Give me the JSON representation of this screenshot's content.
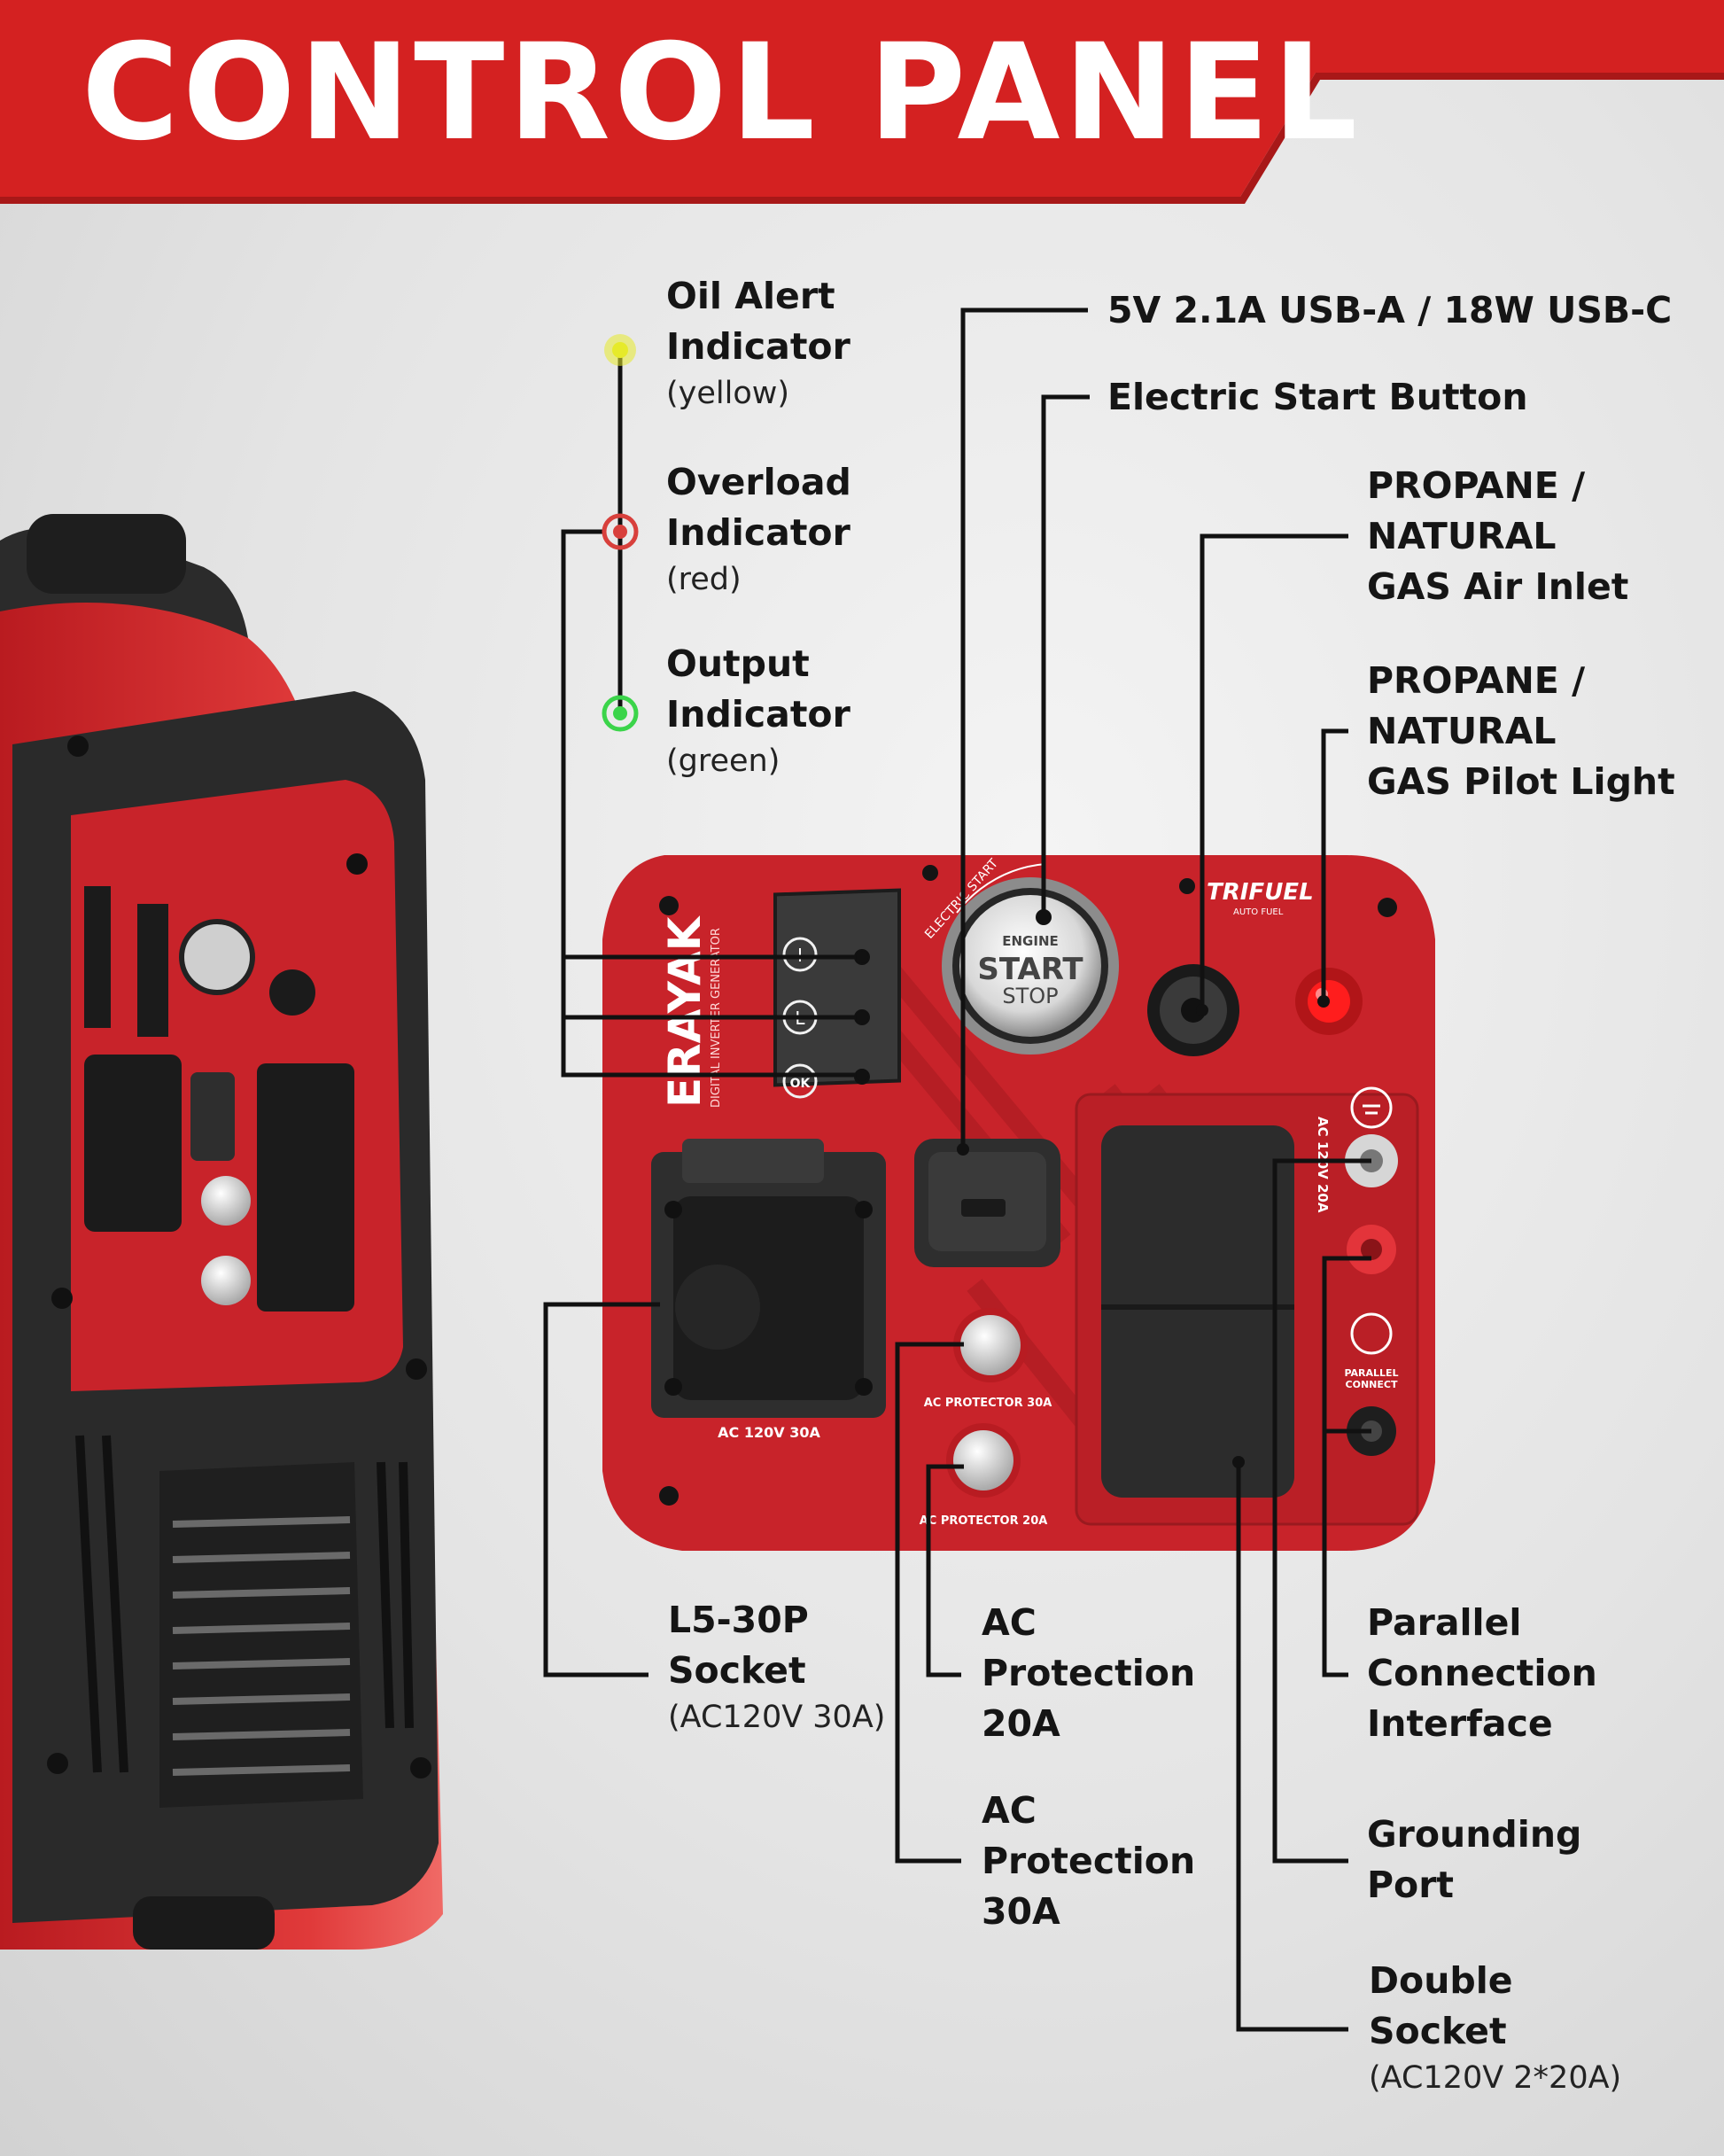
{
  "header": {
    "title": "CONTROL PANEL"
  },
  "indicators": [
    {
      "title_lines": [
        "Oil Alert",
        "Indicator"
      ],
      "note": "(yellow)",
      "color": "#e6ea2a"
    },
    {
      "title_lines": [
        "Overload",
        "Indicator"
      ],
      "note": "(red)",
      "color": "#d8403c"
    },
    {
      "title_lines": [
        "Output",
        "Indicator"
      ],
      "note": "(green)",
      "color": "#3bd44a"
    }
  ],
  "callouts": {
    "usb": "5V 2.1A USB-A / 18W USB-C",
    "electric_start": "Electric Start Button",
    "air_inlet": [
      "PROPANE /",
      "NATURAL",
      "GAS Air Inlet"
    ],
    "pilot_light": [
      "PROPANE /",
      "NATURAL",
      "GAS Pilot Light"
    ],
    "l530p": {
      "lines": [
        "L5-30P",
        "Socket"
      ],
      "note": "(AC120V 30A)"
    },
    "ac20": [
      "AC",
      "Protection",
      "20A"
    ],
    "ac30": [
      "AC",
      "Protection",
      "30A"
    ],
    "parallel": [
      "Parallel",
      "Connection",
      "Interface"
    ],
    "grounding": [
      "Grounding",
      "Port"
    ],
    "double_socket": {
      "lines": [
        "Double",
        "Socket"
      ],
      "note": "(AC120V 2*20A)"
    }
  },
  "panel": {
    "brand": "ERAYAK",
    "brand_sub": "DIGITAL INVERTER GENERATOR",
    "trifuel_logo": "TRIFUEL",
    "trifuel_sub": "AUTO FUEL",
    "start_arc": "ELECTRIC START",
    "start_button": {
      "top": "ENGINE",
      "main": "START",
      "bottom": "STOP"
    },
    "socket_30a_label": "AC 120V 30A",
    "protector_30a_label": "AC PROTECTOR 30A",
    "protector_20a_label": "AC PROTECTOR 20A",
    "outlet_label": "AC 120V 20A",
    "parallel_label": [
      "PARALLEL",
      "CONNECT"
    ],
    "indicator_icons": [
      "!",
      "L",
      "OK"
    ]
  },
  "colors": {
    "brand_red": "#d42121",
    "panel_red": "#c8232a",
    "dark": "#2a2a2a",
    "yellow": "#e6ea2a",
    "red": "#d8403c",
    "green": "#3bd44a"
  }
}
